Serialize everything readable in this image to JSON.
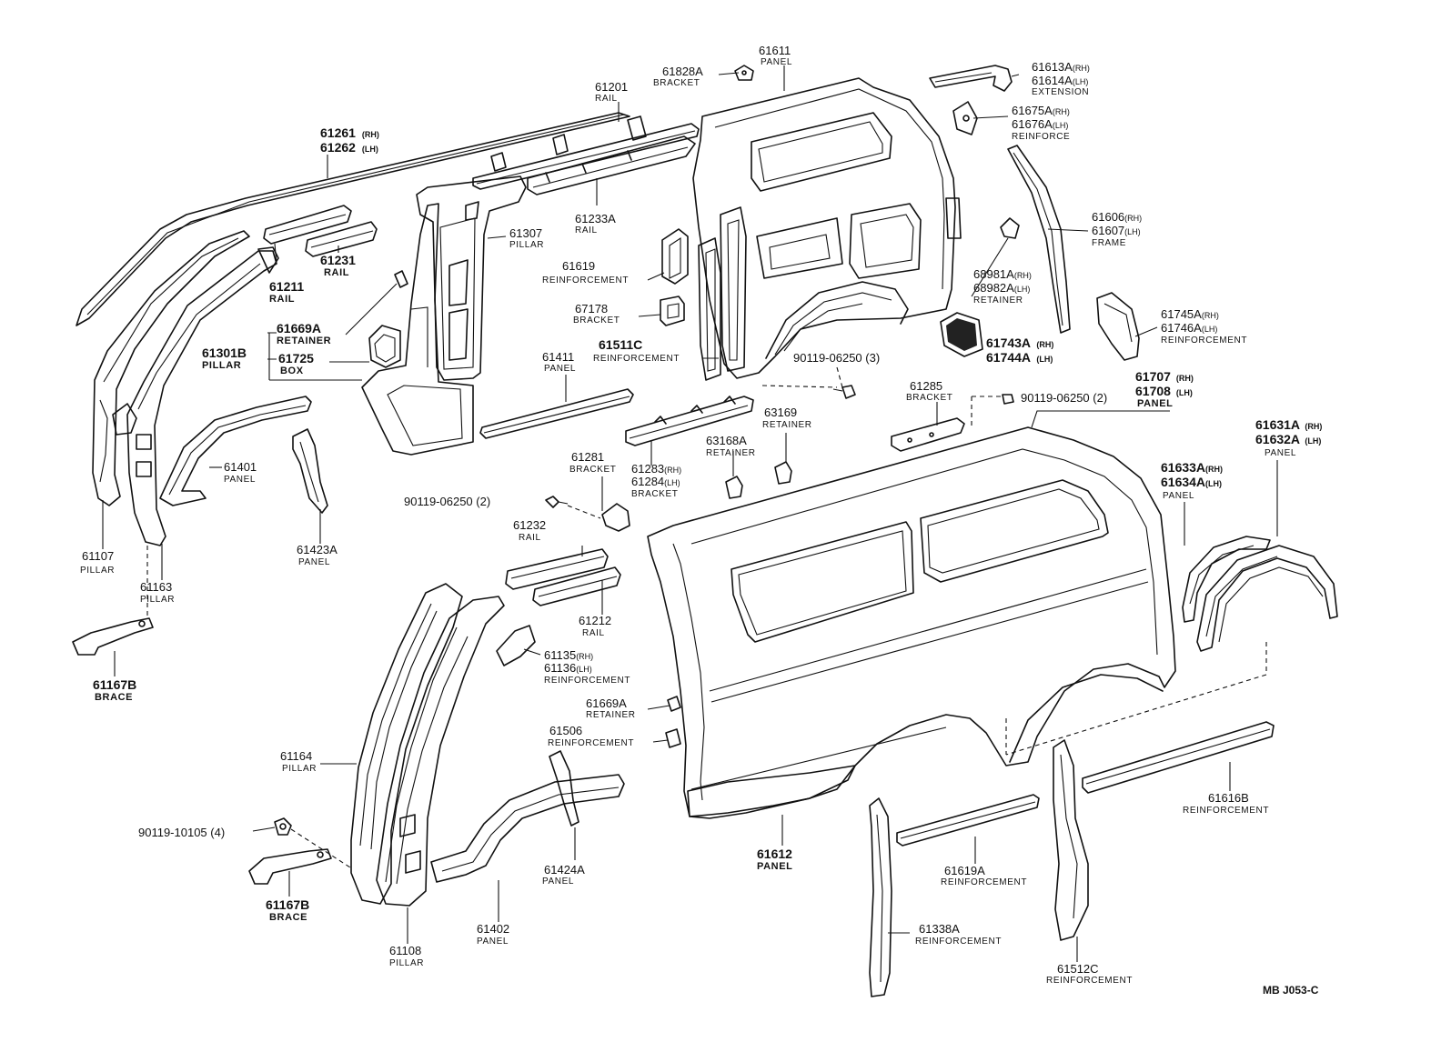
{
  "drawing_code": "MB  J053-C",
  "labels": {
    "p61261": {
      "num": "61261",
      "sfx": "(RH)"
    },
    "p61262": {
      "num": "61262",
      "sfx": "(LH)"
    },
    "p61201": {
      "num": "61201",
      "desc": "RAIL"
    },
    "p61828a": {
      "num": "61828A",
      "desc": "BRACKET"
    },
    "p61611": {
      "num": "61611",
      "desc": "PANEL"
    },
    "p61613a": {
      "num": "61613A",
      "sfx": "(RH)"
    },
    "p61614a": {
      "num": "61614A",
      "sfx": "(LH)",
      "desc": "EXTENSION"
    },
    "p61675a": {
      "num": "61675A",
      "sfx": "(RH)"
    },
    "p61676a": {
      "num": "61676A",
      "sfx": "(LH)",
      "desc": "REINFORCE"
    },
    "p61606": {
      "num": "61606",
      "sfx": "(RH)"
    },
    "p61607": {
      "num": "61607",
      "sfx": "(LH)",
      "desc": "FRAME"
    },
    "p61233a": {
      "num": "61233A",
      "desc": "RAIL"
    },
    "p61307": {
      "num": "61307",
      "desc": "PILLAR"
    },
    "p61231": {
      "num": "61231",
      "desc": "RAIL"
    },
    "p61211": {
      "num": "61211",
      "desc": "RAIL"
    },
    "p61619": {
      "num": "61619",
      "desc": "REINFORCEMENT"
    },
    "p67178": {
      "num": "67178",
      "desc": "BRACKET"
    },
    "p68981a": {
      "num": "68981A",
      "sfx": "(RH)"
    },
    "p68982a": {
      "num": "68982A",
      "sfx": "(LH)",
      "desc": "RETAINER"
    },
    "p61669a_top": {
      "num": "61669A",
      "desc": "RETAINER"
    },
    "p61301b": {
      "num": "61301B",
      "desc": "PILLAR"
    },
    "p61725": {
      "num": "61725",
      "desc": "BOX"
    },
    "p61511c": {
      "num": "61511C",
      "desc": "REINFORCEMENT"
    },
    "p61743a": {
      "num": "61743A",
      "sfx": "(RH)"
    },
    "p61744a": {
      "num": "61744A",
      "sfx": "(LH)"
    },
    "p61745a": {
      "num": "61745A",
      "sfx": "(RH)"
    },
    "p61746a": {
      "num": "61746A",
      "sfx": "(LH)",
      "desc": "REINFORCEMENT"
    },
    "p61411": {
      "num": "61411",
      "desc": "PANEL"
    },
    "bolt_3": {
      "num": "90119-06250",
      "sfx": "(3)"
    },
    "p61285": {
      "num": "61285",
      "desc": "BRACKET"
    },
    "bolt_2r": {
      "num": "90119-06250",
      "sfx": "(2)"
    },
    "p61707": {
      "num": "61707",
      "sfx": "(RH)"
    },
    "p61708": {
      "num": "61708",
      "sfx": "(LH)",
      "desc": "PANEL"
    },
    "p61401": {
      "num": "61401",
      "desc": "PANEL"
    },
    "p63169": {
      "num": "63169",
      "desc": "RETAINER"
    },
    "p63168a": {
      "num": "63168A",
      "desc": "RETAINER"
    },
    "p61631a": {
      "num": "61631A",
      "sfx": "(RH)"
    },
    "p61632a": {
      "num": "61632A",
      "sfx": "(LH)",
      "desc": "PANEL"
    },
    "p61281": {
      "num": "61281",
      "desc": "BRACKET"
    },
    "p61283": {
      "num": "61283",
      "sfx": "(RH)"
    },
    "p61284": {
      "num": "61284",
      "sfx": "(LH)",
      "desc": "BRACKET"
    },
    "p61633a": {
      "num": "61633A",
      "sfx": "(RH)"
    },
    "p61634a": {
      "num": "61634A",
      "sfx": "(LH)",
      "desc": "PANEL"
    },
    "bolt_2l": {
      "num": "90119-06250",
      "sfx": "(2)"
    },
    "p61232": {
      "num": "61232",
      "desc": "RAIL"
    },
    "p61107": {
      "num": "61107",
      "desc": "PILLAR"
    },
    "p61423a": {
      "num": "61423A",
      "desc": "PANEL"
    },
    "p61163": {
      "num": "61163",
      "desc": "PILLAR"
    },
    "p61212": {
      "num": "61212",
      "desc": "RAIL"
    },
    "p61135": {
      "num": "61135",
      "sfx": "(RH)"
    },
    "p61136": {
      "num": "61136",
      "sfx": "(LH)",
      "desc": "REINFORCEMENT"
    },
    "p61167b_top": {
      "num": "61167B",
      "desc": "BRACE"
    },
    "p61669a_mid": {
      "num": "61669A",
      "desc": "RETAINER"
    },
    "p61506": {
      "num": "61506",
      "desc": "REINFORCEMENT"
    },
    "p61164": {
      "num": "61164",
      "desc": "PILLAR"
    },
    "p61616b": {
      "num": "61616B",
      "desc": "REINFORCEMENT"
    },
    "bolt_4": {
      "num": "90119-10105",
      "sfx": "(4)"
    },
    "p61424a": {
      "num": "61424A",
      "desc": "PANEL"
    },
    "p61612": {
      "num": "61612",
      "desc": "PANEL"
    },
    "p61619a": {
      "num": "61619A",
      "desc": "REINFORCEMENT"
    },
    "p61167b_bot": {
      "num": "61167B",
      "desc": "BRACE"
    },
    "p61402": {
      "num": "61402",
      "desc": "PANEL"
    },
    "p61338a": {
      "num": "61338A",
      "desc": "REINFORCEMENT"
    },
    "p61108": {
      "num": "61108",
      "desc": "PILLAR"
    },
    "p61512c": {
      "num": "61512C",
      "desc": "REINFORCEMENT"
    }
  }
}
